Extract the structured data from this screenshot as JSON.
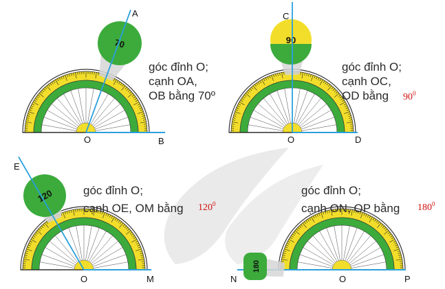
{
  "panels": [
    {
      "vertex": "O",
      "side_a": "A",
      "side_b": "B",
      "line1": "góc đỉnh O;",
      "line2": "cạnh OA,",
      "line3": "OB bằng 70º",
      "magnifier_value": "70",
      "angle_deg": 70,
      "magnifier_color": "#3cab3c"
    },
    {
      "vertex": "O",
      "side_a": "C",
      "side_b": "D",
      "line1": "góc đỉnh O;",
      "line2": "cạnh OC,",
      "line3": "OD bằng",
      "value_number": "90",
      "value_degree": "0",
      "magnifier_value": "90",
      "angle_deg": 90,
      "magnifier_color": "#f2de2a"
    },
    {
      "vertex": "O",
      "side_a": "E",
      "side_b": "M",
      "line1": "góc đỉnh O;",
      "line2": "cạnh OE, OM bằng",
      "value_number": "120",
      "value_degree": "0",
      "magnifier_value": "120",
      "angle_deg": 120,
      "magnifier_color": "#3cab3c"
    },
    {
      "vertex": "O",
      "side_a": "N",
      "side_b": "P",
      "line1": "góc đỉnh O;",
      "line2": "cạnh ON, OP bằng",
      "value_number": "180",
      "value_degree": "0",
      "magnifier_value": "180",
      "angle_deg": 180,
      "magnifier_color": "#3cab3c"
    }
  ],
  "colors": {
    "protractor_yellow": "#f2de2a",
    "protractor_green": "#3cab3c",
    "ray_blue": "#2aa0dc",
    "watermark": "#d8d8d8"
  }
}
